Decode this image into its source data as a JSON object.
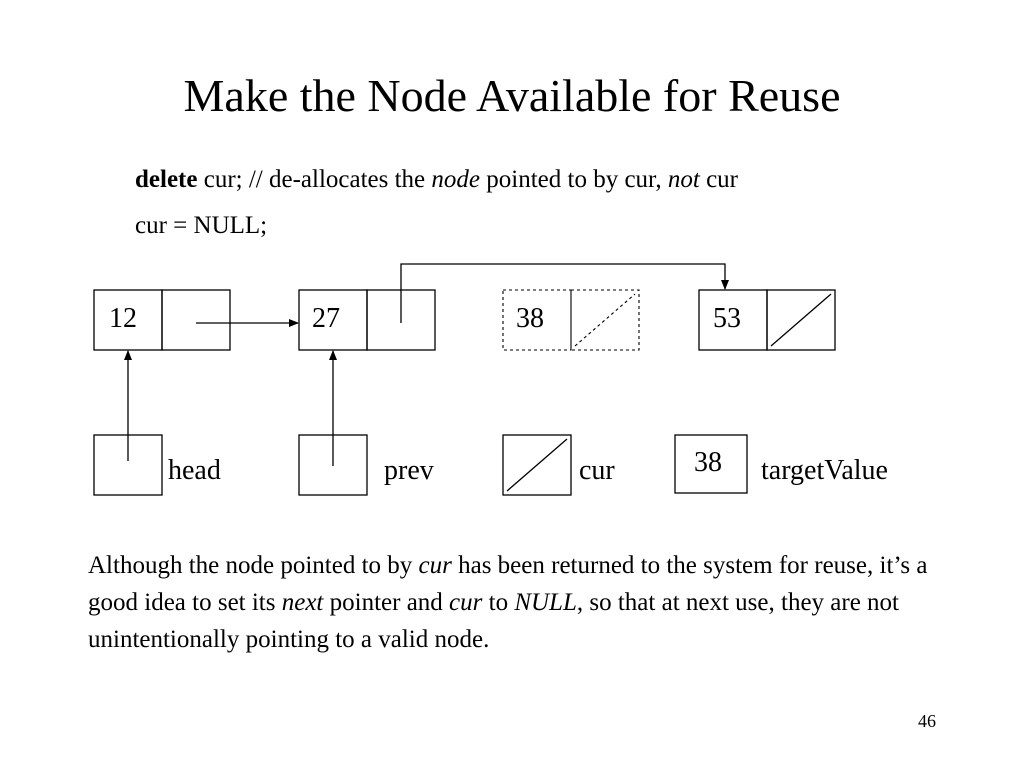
{
  "slide": {
    "title": "Make the Node Available for Reuse",
    "page_number": "46"
  },
  "code": {
    "line1": {
      "keyword": "delete",
      "arg": " cur;",
      "comment_a": "  // de-allocates the ",
      "comment_node": "node",
      "comment_b": " pointed to by cur, ",
      "comment_not": "not",
      "comment_c": " cur"
    },
    "line2": "cur = NULL;"
  },
  "nodes": [
    {
      "value": "12",
      "state": "normal",
      "next": "pointer"
    },
    {
      "value": "27",
      "state": "normal",
      "next": "pointer"
    },
    {
      "value": "38",
      "state": "deallocated",
      "next": "null"
    },
    {
      "value": "53",
      "state": "normal",
      "next": "null"
    }
  ],
  "variables": [
    {
      "label": "head",
      "value": "pointer"
    },
    {
      "label": "prev",
      "value": "pointer"
    },
    {
      "label": "cur",
      "value": "null"
    },
    {
      "label": "targetValue",
      "value": "38"
    }
  ],
  "explanation": {
    "s1": "Although the node pointed to by ",
    "s2": "cur",
    "s3": " has been returned to the system for reuse, it’s a good idea to set its ",
    "s4": "next",
    "s5": " pointer and ",
    "s6": "cur",
    "s7": " to ",
    "s8": "NULL",
    "s9": ", so that at next use, they are not unintentionally pointing to a valid node."
  }
}
